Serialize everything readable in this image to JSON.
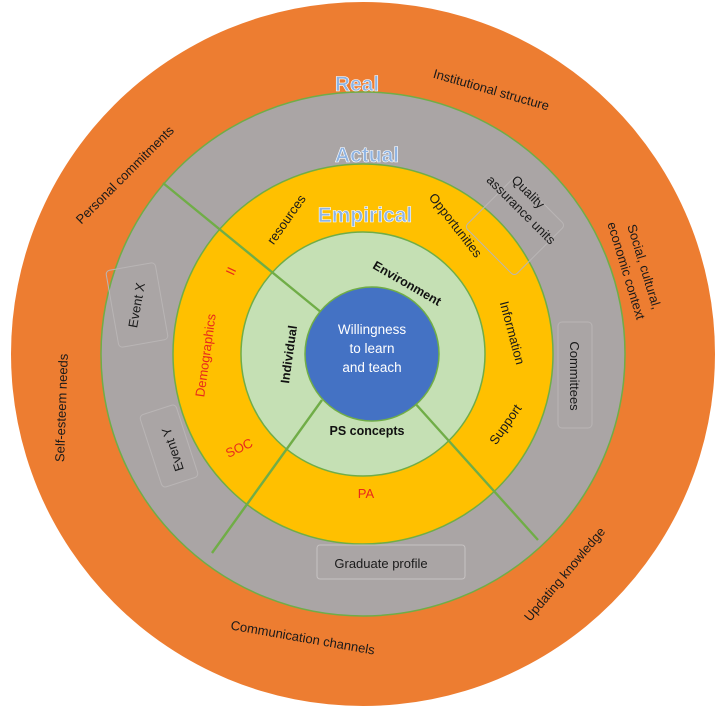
{
  "diagram": {
    "layers": {
      "real": "Real",
      "actual": "Actual",
      "empirical": "Empirical"
    },
    "core": {
      "line1": "Willingness",
      "line2": "to  learn",
      "line3": "and teach"
    },
    "real_labels": {
      "institutional_structure": "Institutional structure",
      "personal_commitments": "Personal commitments",
      "social_line1": "Social, cultural,",
      "social_line2": "economic context",
      "self_esteem": "Self-esteem needs",
      "updating_knowledge": "Updating knowledge",
      "communication_channels": "Communication channels"
    },
    "actual_labels": {
      "quality_line1": "Quality",
      "quality_line2": "assurance units",
      "event_x": "Event X",
      "committees": "Committees",
      "event_y": "Event Y",
      "graduate_profile": "Graduate profile"
    },
    "empirical_labels": {
      "resources": "resources",
      "opportunities": "Opportunities",
      "ii": "II",
      "demographics": "Demographics",
      "information": "Information",
      "soc": "SOC",
      "support": "Support",
      "pa": "PA"
    },
    "inner_labels": {
      "environment": "Environment",
      "individual": "Individual",
      "ps_concepts": "PS concepts"
    },
    "colors": {
      "real_ring": "#ed7d31",
      "actual_ring": "#aaa5a5",
      "empirical_ring": "#ffc000",
      "inner_ring": "#c5e0b4",
      "core": "#4472c4",
      "ring_outline": "#70ad47",
      "divider": "#70ad47",
      "layer_title": "#8fb4e3",
      "red_text": "#e8291c"
    }
  }
}
